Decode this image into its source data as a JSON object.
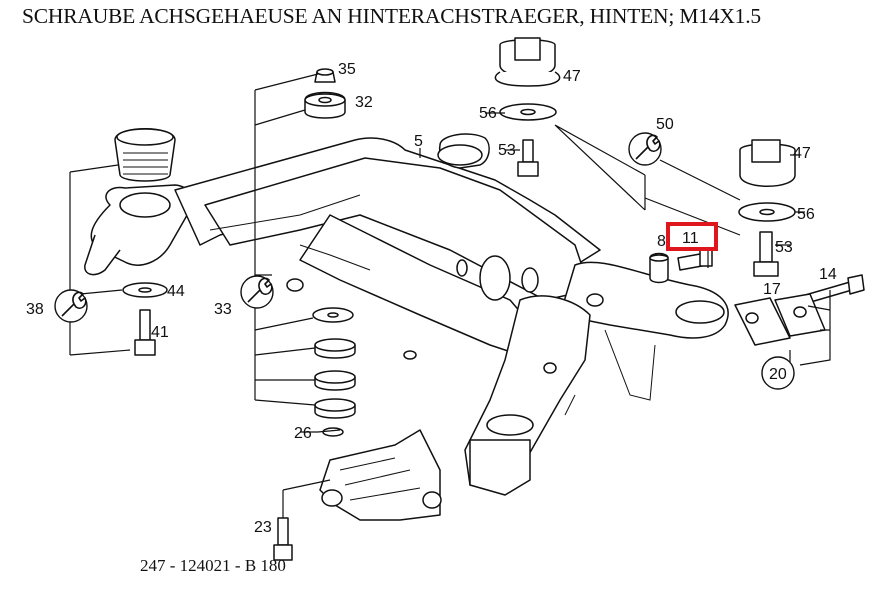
{
  "title": "SCHRAUBE ACHSGEHAEUSE AN HINTERACHSTRAEGER, HINTEN; M14X1.5",
  "footer_code": "247 - 124021 - B 180",
  "highlight_color": "#e0161e",
  "part_labels": {
    "p35": "35",
    "p32": "32",
    "p47a": "47",
    "p5": "5",
    "p56a": "56",
    "p50": "50",
    "p53a": "53",
    "p47b": "47",
    "p56b": "56",
    "p8": "8",
    "p11": "11",
    "p53b": "53",
    "p14": "14",
    "p17": "17",
    "p38": "38",
    "p44": "44",
    "p41": "41",
    "p33": "33",
    "p20": "20",
    "p26": "26",
    "p23": "23"
  },
  "icons": [
    "wrench-icon",
    "wrench-icon",
    "wrench-icon"
  ]
}
